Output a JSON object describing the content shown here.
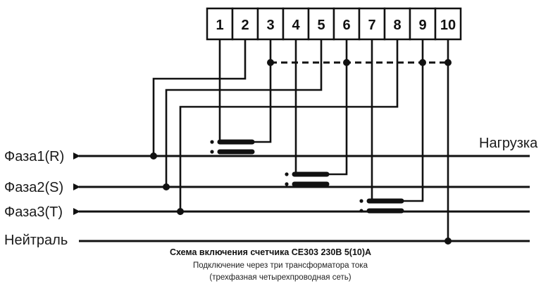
{
  "terminals": [
    "1",
    "2",
    "3",
    "4",
    "5",
    "6",
    "7",
    "8",
    "9",
    "10"
  ],
  "lines": {
    "phase1": "Фаза1(R)",
    "phase2": "Фаза2(S)",
    "phase3": "Фаза3(T)",
    "neutral": "Нейтраль",
    "load": "Нагрузка"
  },
  "caption": {
    "title": "Схема включения счетчика  СЕ303 230В 5(10)А",
    "subtitle": "Подключение через три трансформатора тока",
    "note": "(трехфазная четырехпроводная сеть)"
  }
}
